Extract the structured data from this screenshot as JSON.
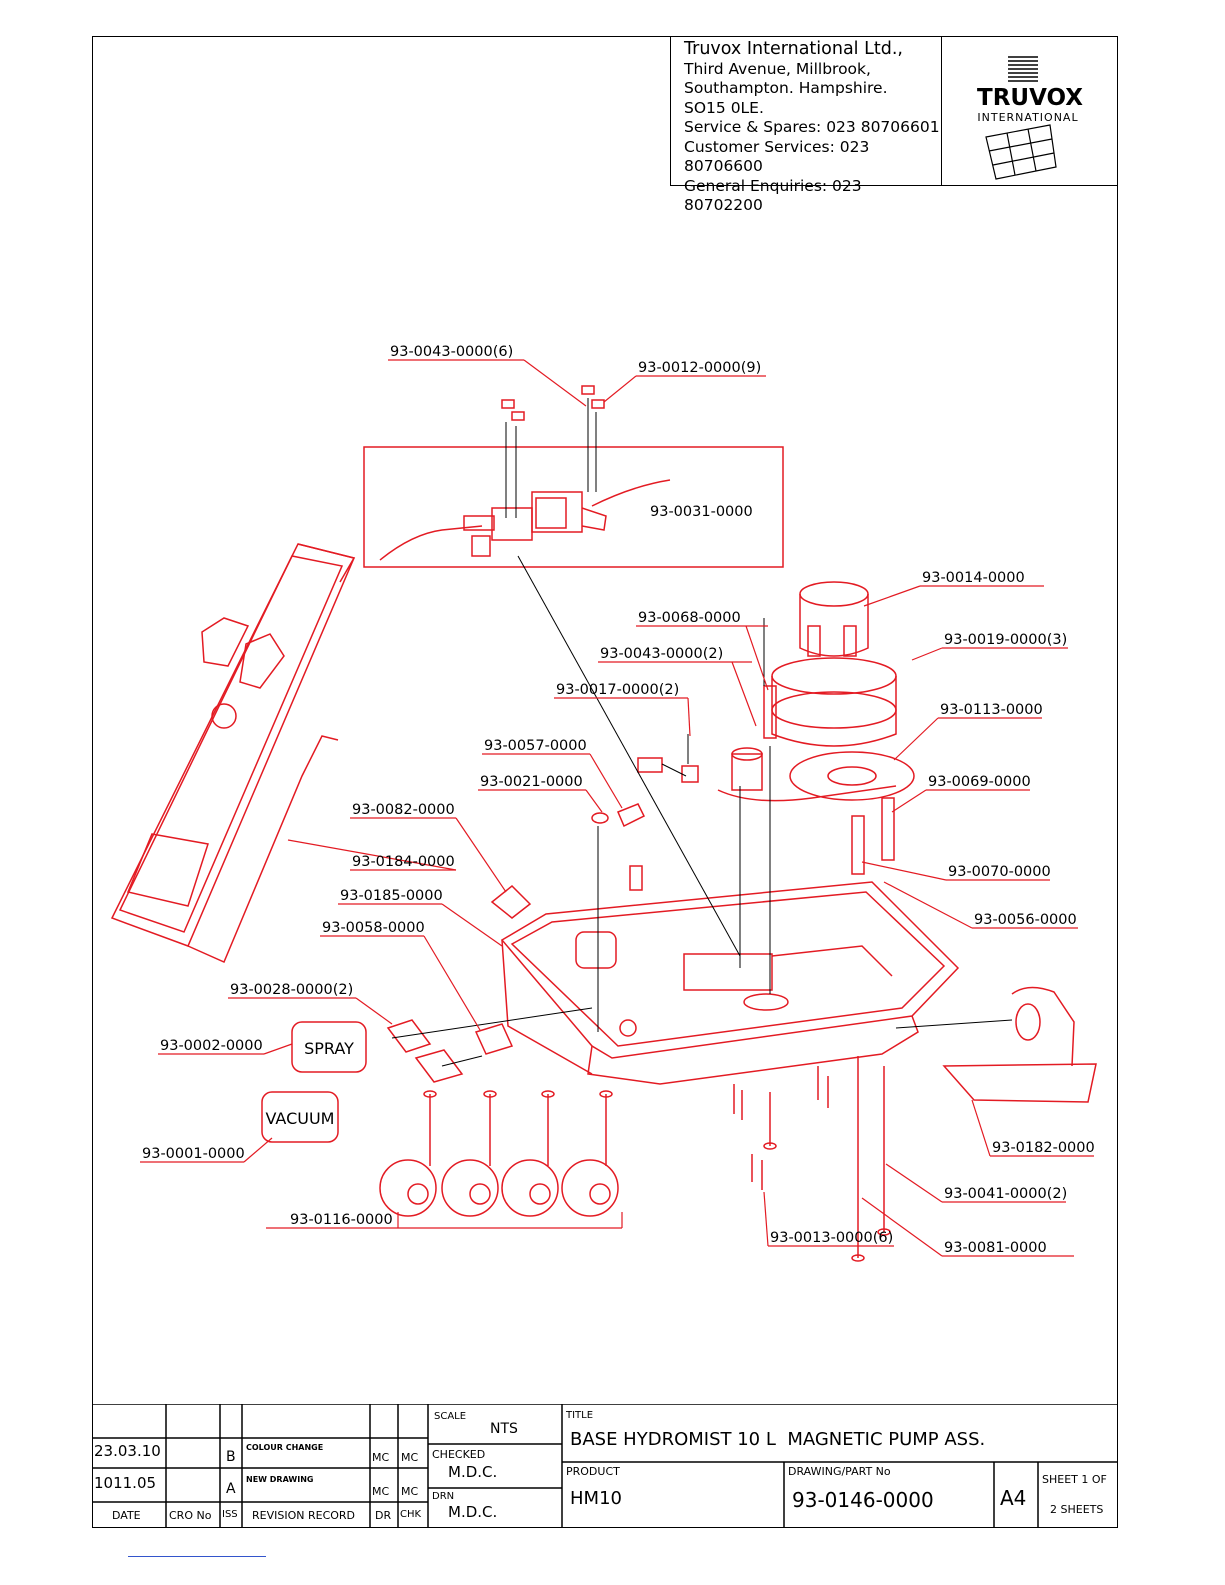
{
  "company": {
    "name": "Truvox International Ltd.,",
    "address": [
      "Third Avenue, Millbrook,",
      "Southampton. Hampshire.",
      "SO15 0LE."
    ],
    "phones": [
      "Service & Spares: 023 80706601",
      "Customer Services: 023 80706600",
      "General Enquiries: 023 80702200"
    ],
    "logo_word": "TRUVOX",
    "logo_sub": "INTERNATIONAL"
  },
  "parts": [
    "93-0043-0000(6)",
    "93-0012-0000(9)",
    "93-0031-0000",
    "93-0014-0000",
    "93-0068-0000",
    "93-0019-0000(3)",
    "93-0043-0000(2)",
    "93-0017-0000(2)",
    "93-0113-0000",
    "93-0057-0000",
    "93-0069-0000",
    "93-0021-0000",
    "93-0082-0000",
    "93-0184-0000",
    "93-0070-0000",
    "93-0185-0000",
    "93-0056-0000",
    "93-0058-0000",
    "93-0028-0000(2)",
    "93-0002-0000",
    "93-0001-0000",
    "93-0182-0000",
    "93-0041-0000(2)",
    "93-0116-0000",
    "93-0013-0000(6)",
    "93-0081-0000"
  ],
  "labels": {
    "spray": "SPRAY",
    "vacuum": "VACUUM"
  },
  "title_block": {
    "revisions": [
      {
        "date": "23.03.10",
        "iss": "B",
        "record": "COLOUR CHANGE",
        "dr": "MC",
        "chk": "MC"
      },
      {
        "date": "1011.05",
        "iss": "A",
        "record": "NEW DRAWING",
        "dr": "MC",
        "chk": "MC"
      }
    ],
    "headers": {
      "date": "DATE",
      "cro": "CRO No",
      "iss": "ISS",
      "record": "REVISION RECORD",
      "dr": "DR",
      "chk": "CHK"
    },
    "scale_label": "SCALE",
    "scale_value": "NTS",
    "checked_label": "CHECKED",
    "checked_value": "M.D.C.",
    "drn_label": "DRN",
    "drn_value": "M.D.C.",
    "title_label": "TITLE",
    "title_value": "BASE HYDROMIST 10 L  MAGNETIC PUMP ASS.",
    "product_label": "PRODUCT",
    "product_value": "HM10",
    "part_label": "DRAWING/PART No",
    "part_value": "93-0146-0000",
    "size": "A4",
    "sheet_label": "SHEET 1 OF",
    "sheet_value": "2 SHEETS"
  }
}
